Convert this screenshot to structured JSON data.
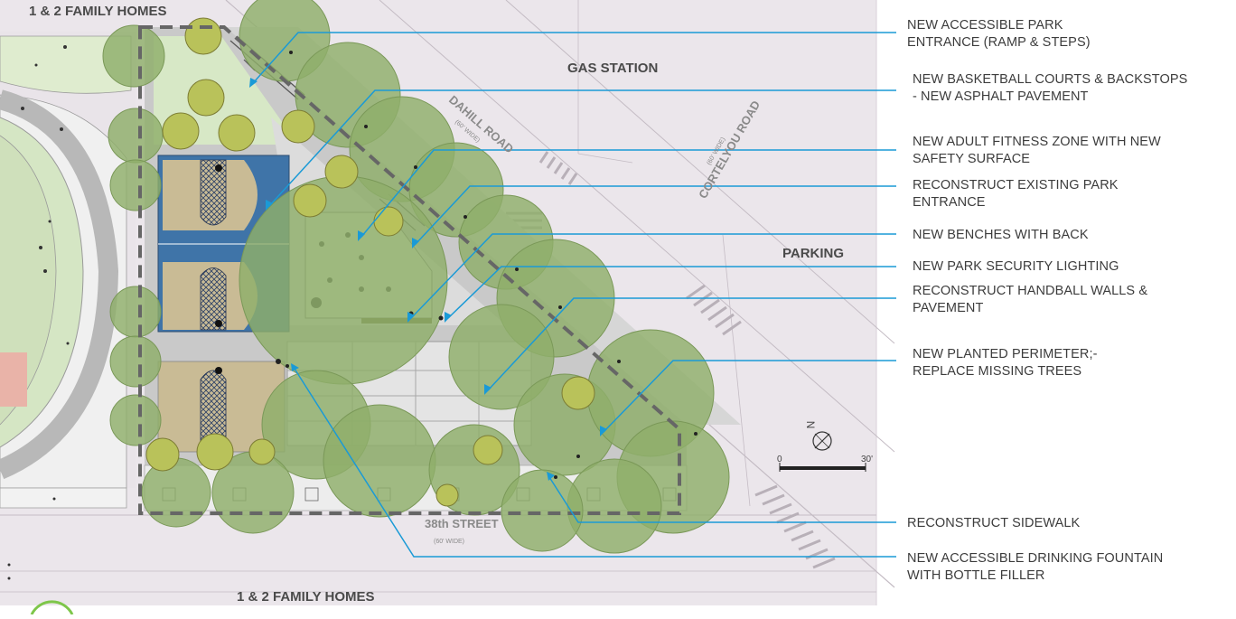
{
  "map": {
    "neighbors": {
      "homes_top": "1 & 2 FAMILY HOMES",
      "homes_bottom": "1 & 2 FAMILY HOMES",
      "gas_station": "GAS STATION",
      "parking": "PARKING"
    },
    "streets": {
      "dahill": "DAHILL ROAD",
      "dahill_width": "(60' WIDE)",
      "cortelyou": "CORTELYOU ROAD",
      "cortelyou_width": "(60' WIDE)",
      "street_38": "38th STREET",
      "street_38_width": "(60' WIDE)"
    },
    "scale": {
      "start": "0",
      "end": "30'"
    },
    "north": "N"
  },
  "callouts": [
    {
      "text": "NEW ACCESSIBLE PARK\nENTRANCE (RAMP & STEPS)"
    },
    {
      "text": "NEW BASKETBALL COURTS & BACKSTOPS\n- NEW ASPHALT PAVEMENT"
    },
    {
      "text": "NEW ADULT FITNESS ZONE WITH NEW\nSAFETY SURFACE"
    },
    {
      "text": "RECONSTRUCT EXISTING PARK\nENTRANCE"
    },
    {
      "text": "NEW BENCHES WITH BACK"
    },
    {
      "text": "NEW PARK SECURITY LIGHTING"
    },
    {
      "text": "RECONSTRUCT HANDBALL WALLS &\nPAVEMENT"
    },
    {
      "text": "NEW PLANTED PERIMETER;-\nREPLACE MISSING TREES"
    },
    {
      "text": "RECONSTRUCT SIDEWALK"
    },
    {
      "text": "NEW ACCESSIBLE DRINKING FOUNTAIN\nWITH BOTTLE FILLER"
    }
  ],
  "colors": {
    "leader": "#1a9ad6",
    "tree": "#8fae6a",
    "court_blue": "#3f74a8",
    "court_tan": "#c9bb95",
    "boundary": "#666666",
    "paper": "#ebe6eb"
  }
}
